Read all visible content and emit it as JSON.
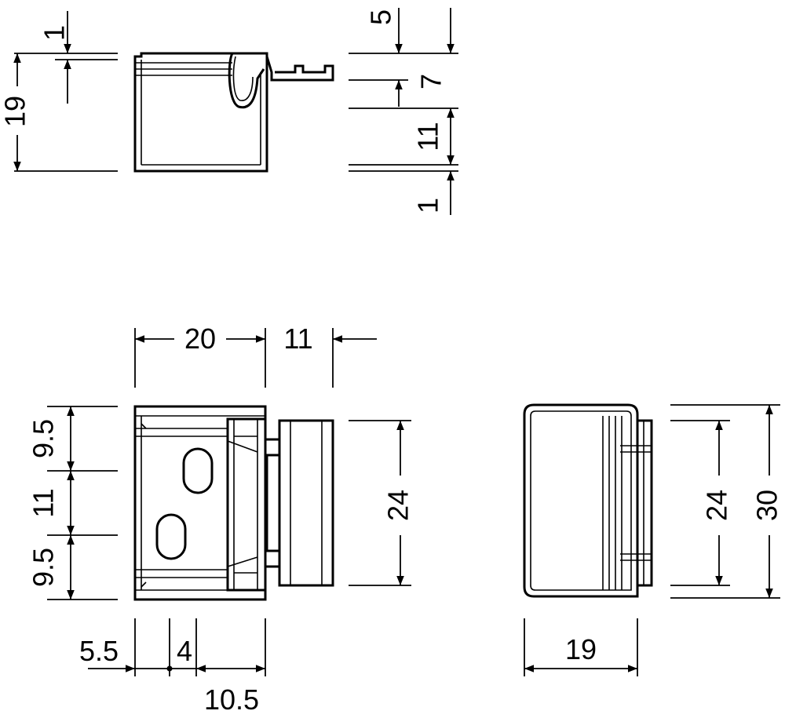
{
  "colors": {
    "ink": "#000000",
    "background": "#ffffff"
  },
  "side_view": {
    "dims": {
      "top": "1",
      "height": "19"
    }
  },
  "side_view_right": {
    "dims": {
      "top": "5",
      "mid": "7",
      "lower": "11",
      "bottom": "1"
    }
  },
  "front_view": {
    "dims": {
      "width": "20",
      "extension": "11",
      "left_top": "9.5",
      "left_mid": "11",
      "left_bottom": "9.5",
      "right_height": "24",
      "bottom_a": "5.5",
      "bottom_b": "4",
      "bottom_total": "10.5"
    }
  },
  "end_view": {
    "dims": {
      "inner_height": "24",
      "outer_height": "30",
      "width": "19"
    }
  }
}
